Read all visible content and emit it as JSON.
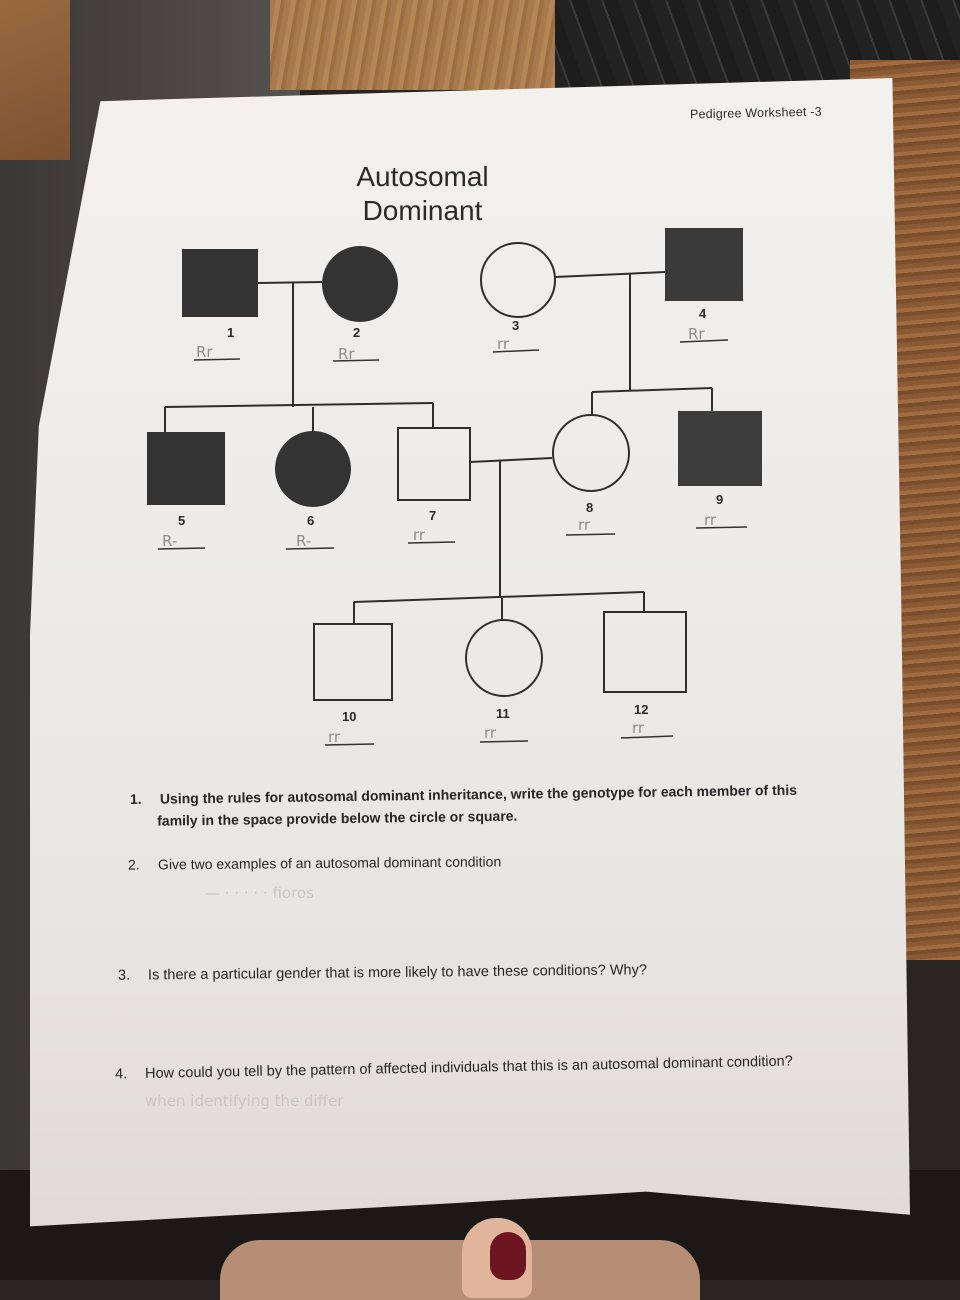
{
  "document": {
    "header_label": "Pedigree Worksheet -3",
    "title_line1": "Autosomal",
    "title_line2": "Dominant"
  },
  "pedigree": {
    "individuals": [
      {
        "id": "1",
        "sex": "male",
        "affected": true,
        "genotype": "Rr"
      },
      {
        "id": "2",
        "sex": "female",
        "affected": true,
        "genotype": "Rr"
      },
      {
        "id": "3",
        "sex": "female",
        "affected": false,
        "genotype": "rr"
      },
      {
        "id": "4",
        "sex": "male",
        "affected": true,
        "genotype": "Rr"
      },
      {
        "id": "5",
        "sex": "male",
        "affected": true,
        "genotype": "R-"
      },
      {
        "id": "6",
        "sex": "female",
        "affected": true,
        "genotype": "R-"
      },
      {
        "id": "7",
        "sex": "male",
        "affected": false,
        "genotype": "rr"
      },
      {
        "id": "8",
        "sex": "female",
        "affected": false,
        "genotype": "rr"
      },
      {
        "id": "9",
        "sex": "male",
        "affected": true,
        "genotype": "rr"
      },
      {
        "id": "10",
        "sex": "male",
        "affected": false,
        "genotype": "rr"
      },
      {
        "id": "11",
        "sex": "female",
        "affected": false,
        "genotype": "rr"
      },
      {
        "id": "12",
        "sex": "male",
        "affected": false,
        "genotype": "rr"
      }
    ]
  },
  "questions": [
    {
      "number": "1.",
      "text_line1": "Using the rules for autosomal dominant inheritance, write the genotype for each member of this",
      "text_line2": "family in the space provide below the circle or square."
    },
    {
      "number": "2.",
      "text": "Give two examples of an autosomal dominant condition",
      "answer": "— · · · · · fioros"
    },
    {
      "number": "3.",
      "text": "Is there a particular gender that is more likely to have these conditions? Why?"
    },
    {
      "number": "4.",
      "text": "How could you tell by the pattern of affected individuals that this is an autosomal dominant condition?",
      "answer": "when identifying the differ"
    }
  ],
  "colors": {
    "affected_fill": "#333333",
    "line": "#2e2e2e",
    "paper": "#efedea",
    "pencil": "#8d8d8d"
  }
}
